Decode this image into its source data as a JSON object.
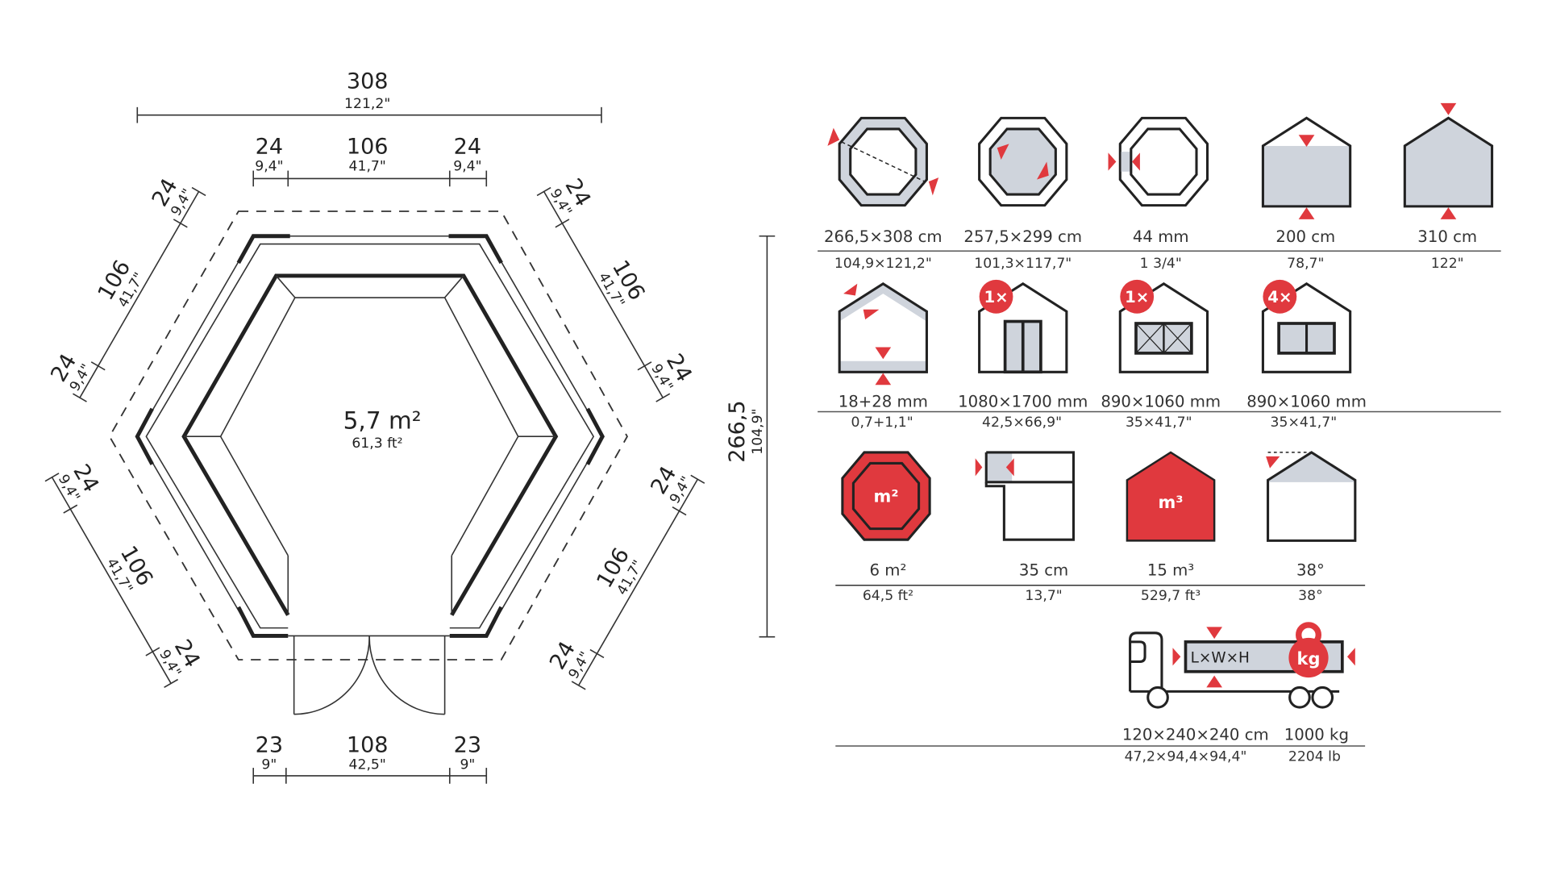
{
  "plan": {
    "total_width": {
      "cm": "308",
      "in": "121,2\""
    },
    "top_segments": [
      {
        "cm": "24",
        "in": "9,4\""
      },
      {
        "cm": "106",
        "in": "41,7\""
      },
      {
        "cm": "24",
        "in": "9,4\""
      }
    ],
    "bottom_segments": [
      {
        "cm": "23",
        "in": "9\""
      },
      {
        "cm": "108",
        "in": "42,5\""
      },
      {
        "cm": "23",
        "in": "9\""
      }
    ],
    "side_segments": [
      {
        "cm": "24",
        "in": "9,4\""
      },
      {
        "cm": "106",
        "in": "41,7\""
      },
      {
        "cm": "24",
        "in": "9,4\""
      }
    ],
    "depth": {
      "cm": "266,5",
      "in": "104,9\""
    },
    "area": {
      "m2": "5,7 m²",
      "ft2": "61,3 ft²"
    }
  },
  "specs": {
    "row1": [
      {
        "icon": "external-dimensions-icon",
        "metric": "266,5×308 cm",
        "imperial": "104,9×121,2\""
      },
      {
        "icon": "internal-dimensions-icon",
        "metric": "257,5×299 cm",
        "imperial": "101,3×117,7\""
      },
      {
        "icon": "wall-thickness-icon",
        "metric": "44 mm",
        "imperial": "1 3/4\""
      },
      {
        "icon": "wall-height-icon",
        "metric": "200 cm",
        "imperial": "78,7\""
      },
      {
        "icon": "ridge-height-icon",
        "metric": "310 cm",
        "imperial": "122\""
      }
    ],
    "row2": [
      {
        "icon": "roof-floor-thickness-icon",
        "metric": "18+28 mm",
        "imperial": "0,7+1,1\""
      },
      {
        "icon": "door-icon",
        "badge": "1×",
        "metric": "1080×1700 mm",
        "imperial": "42,5×66,9\""
      },
      {
        "icon": "window-opening-icon",
        "badge": "1×",
        "metric": "890×1060 mm",
        "imperial": "35×41,7\""
      },
      {
        "icon": "window-fixed-icon",
        "badge": "4×",
        "metric": "890×1060 mm",
        "imperial": "35×41,7\""
      }
    ],
    "row3": [
      {
        "icon": "floor-area-icon",
        "glyph": "m²",
        "metric": "6 m²",
        "imperial": "64,5 ft²"
      },
      {
        "icon": "roof-overhang-icon",
        "metric": "35 cm",
        "imperial": "13,7\""
      },
      {
        "icon": "volume-icon",
        "glyph": "m³",
        "metric": "15 m³",
        "imperial": "529,7 ft³"
      },
      {
        "icon": "roof-pitch-icon",
        "metric": "38°",
        "imperial": "38°"
      }
    ],
    "shipping": {
      "cargo_label": "L×W×H",
      "weight_glyph": "kg",
      "dimensions": {
        "metric": "120×240×240 cm",
        "imperial": "47,2×94,4×94,4\""
      },
      "weight": {
        "metric": "1000 kg",
        "imperial": "2204 lb"
      }
    }
  },
  "colors": {
    "accent": "#e0393e",
    "fill": "#cfd4dc",
    "line": "#222222"
  }
}
